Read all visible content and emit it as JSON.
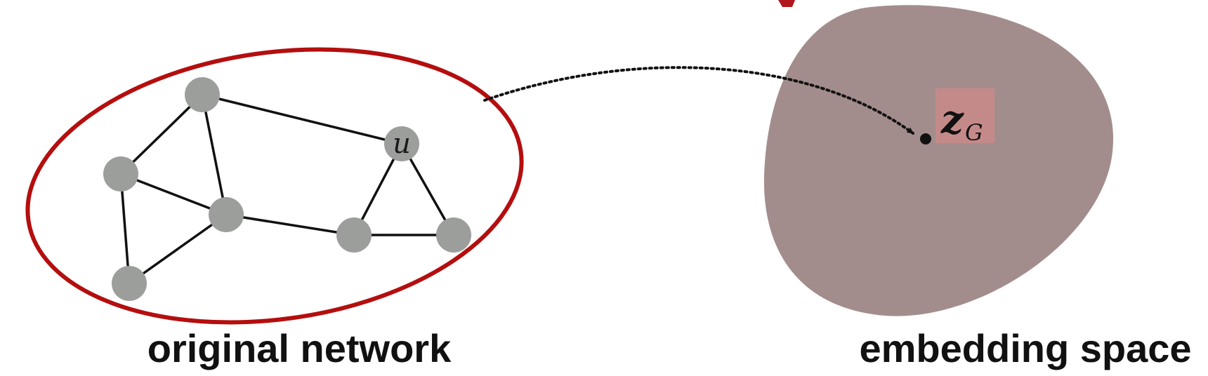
{
  "diagram": {
    "left_caption": "original network",
    "right_caption": "embedding space",
    "node_label": "u",
    "embedding_label": "z",
    "embedding_subscript": "G"
  },
  "colors": {
    "graph_ellipse_stroke": "#b40e0e",
    "node_fill": "#9c9e9c",
    "edge": "#111111",
    "embedding_blob": "#a38d8c",
    "embedding_highlight": "#c48a89",
    "arrow": "#111111",
    "top_partial_glyph": "#b0161a"
  },
  "graph": {
    "nodes": [
      "a",
      "b",
      "c",
      "d",
      "u",
      "e",
      "f"
    ],
    "edges": [
      [
        "a",
        "b"
      ],
      [
        "a",
        "c"
      ],
      [
        "a",
        "u"
      ],
      [
        "b",
        "c"
      ],
      [
        "b",
        "d"
      ],
      [
        "c",
        "d"
      ],
      [
        "c",
        "e"
      ],
      [
        "u",
        "e"
      ],
      [
        "u",
        "f"
      ],
      [
        "e",
        "f"
      ]
    ]
  }
}
